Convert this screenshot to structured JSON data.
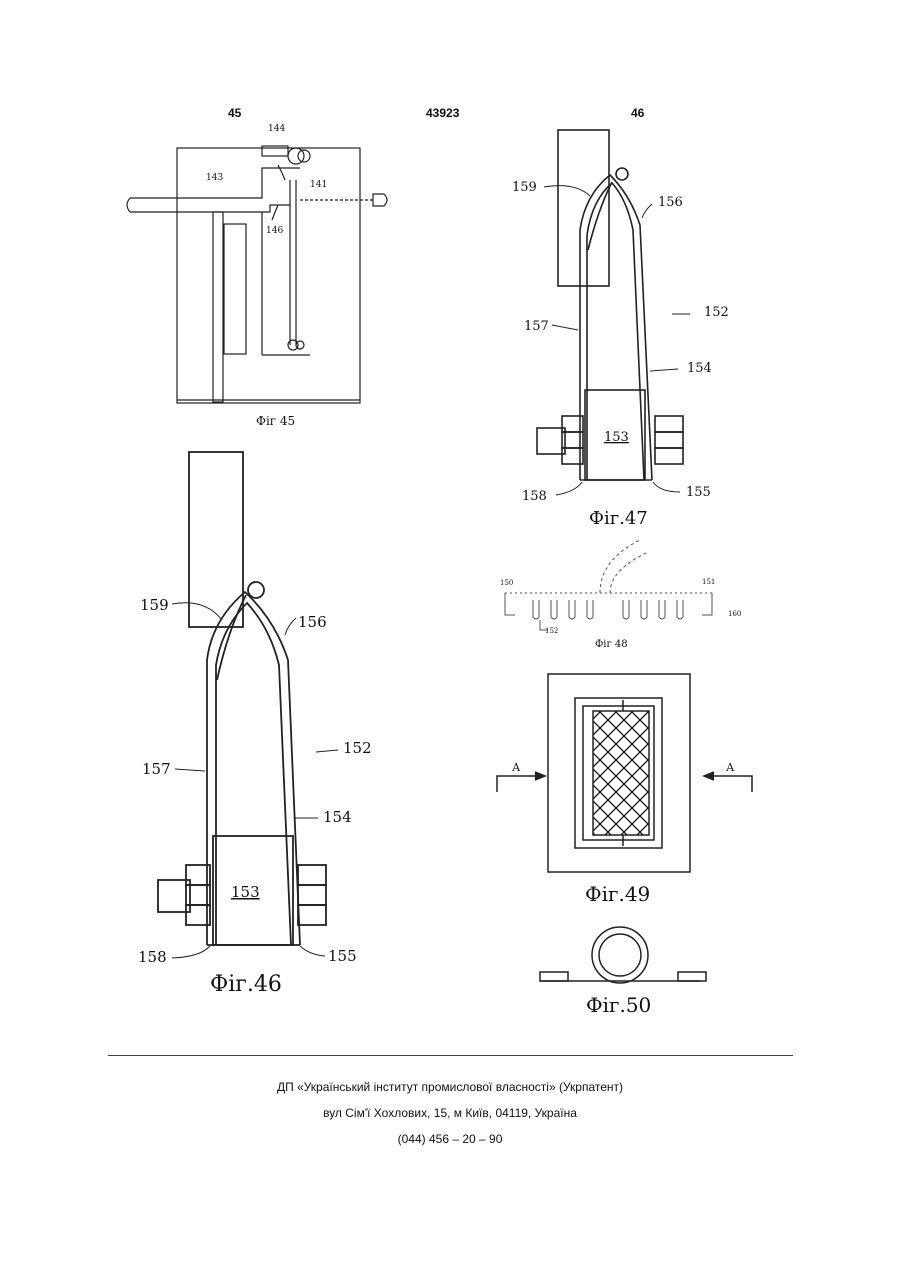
{
  "header": {
    "page_left": "45",
    "patent_number": "43923",
    "page_right": "46"
  },
  "figures": {
    "fig45": {
      "caption": "Фіг 45",
      "labels": [
        "144",
        "143",
        "141",
        "146"
      ]
    },
    "fig46": {
      "caption": "Фіг.46",
      "labels": [
        "159",
        "156",
        "152",
        "157",
        "154",
        "153",
        "158",
        "155"
      ]
    },
    "fig47": {
      "caption": "Фіг.47",
      "labels": [
        "159",
        "156",
        "152",
        "157",
        "154",
        "153",
        "158",
        "155"
      ]
    },
    "fig48": {
      "caption": "Фіг 48",
      "labels": [
        "150",
        "151",
        "152",
        "160"
      ]
    },
    "fig49": {
      "caption": "Фіг.49",
      "section_marks": [
        "А",
        "А"
      ]
    },
    "fig50": {
      "caption": "Фіг.50"
    }
  },
  "footer": {
    "line1": "ДП «Український інститут промислової власності» (Укрпатент)",
    "line2": "вул  Сім'ї Хохлових, 15, м  Київ, 04119, Україна",
    "line3": "(044) 456 – 20 –  90"
  }
}
